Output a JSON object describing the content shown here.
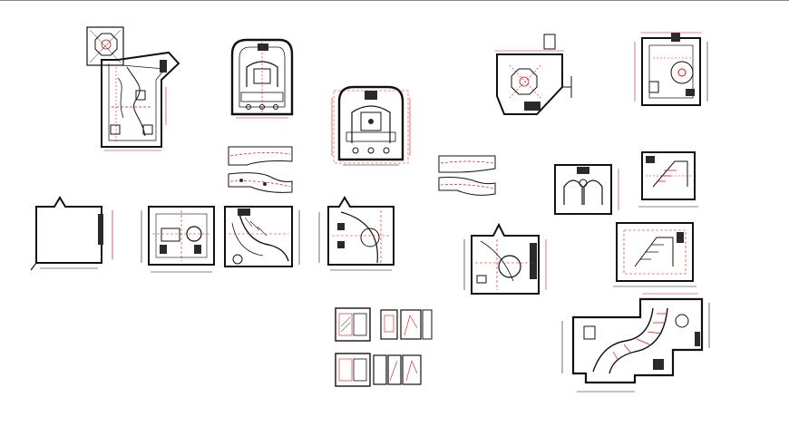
{
  "canvas": {
    "background": "#ffffff",
    "top_rule_color": "#8a8a8a"
  },
  "palette": {
    "ink": "#111111",
    "red": "#e01010",
    "grey": "#6e6e6e",
    "fill_dark": "#2a2a2a"
  },
  "drawings": [
    {
      "name": "plan-octagon-stair-upper-left"
    },
    {
      "name": "plan-arched-room-top"
    },
    {
      "name": "plan-arched-room-center"
    },
    {
      "name": "detail-curved-rail-left-pair"
    },
    {
      "name": "detail-curved-rail-right-pair"
    },
    {
      "name": "plan-octagon-corner-top-right"
    },
    {
      "name": "plan-room-top-right"
    },
    {
      "name": "plan-empty-room-left"
    },
    {
      "name": "plan-room-central-circle"
    },
    {
      "name": "plan-curved-stair-room"
    },
    {
      "name": "plan-room-arc-wall"
    },
    {
      "name": "plan-room-circle-right"
    },
    {
      "name": "plan-double-arch-small"
    },
    {
      "name": "plan-stair-square-a"
    },
    {
      "name": "plan-stair-square-b"
    },
    {
      "name": "plan-large-curved-corridor"
    },
    {
      "name": "elevation-cluster-bottom-center"
    }
  ]
}
